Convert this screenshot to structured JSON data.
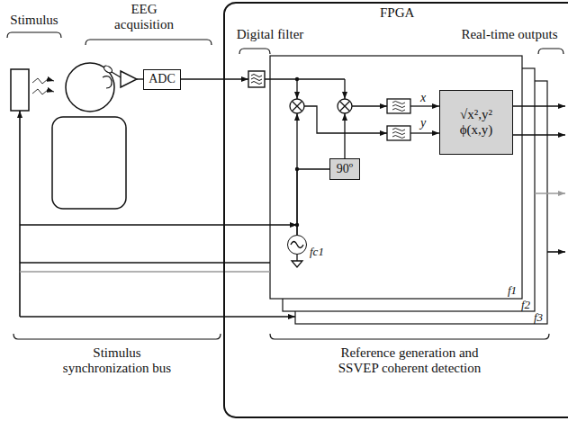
{
  "diagram": {
    "nodes": [
      {
        "text": [
          "ADC"
        ]
      },
      {
        "text": [
          "FPGA"
        ]
      },
      {
        "text": [
          "f1"
        ],
        "in": 1
      },
      {
        "text": [
          "90º"
        ],
        "in": 2
      },
      {
        "text": [
          "fc1"
        ],
        "in": 2
      },
      {
        "text": [
          "√x²,y²",
          "ϕ(x,y)"
        ],
        "in": 2
      },
      {
        "text": [
          "f2"
        ],
        "in": 1
      },
      {
        "text": [
          "f3"
        ],
        "in": 1
      }
    ],
    "edges": [
      {
        "from": 4,
        "to": 3,
        "arrow": "none"
      }
    ],
    "labels": [
      "Stimulus",
      "EEG acquisition",
      "Digital filter",
      "Real-time outputs",
      "x",
      "y",
      "Stimulus synchronization bus",
      "Reference generation and SSVEP coherent detection"
    ]
  }
}
